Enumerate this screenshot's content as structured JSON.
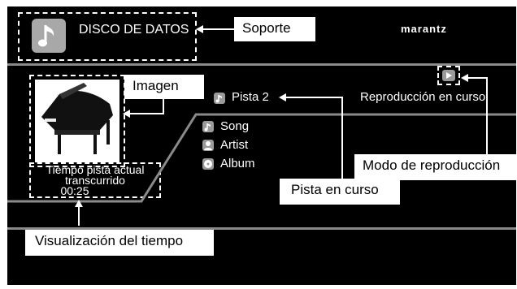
{
  "header": {
    "source_label": "DISCO DE DATOS",
    "brand": "marantz",
    "source_icon": "music-note-icon"
  },
  "player": {
    "track_label": "Pista 2",
    "mode_label": "Reproducción en curso",
    "mode_icon": "play-icon",
    "info": [
      {
        "icon": "music-note-icon",
        "label": "Song"
      },
      {
        "icon": "artist-icon",
        "label": "Artist"
      },
      {
        "icon": "album-icon",
        "label": "Album"
      }
    ],
    "elapsed_label_line1": "Tiempo pista actual",
    "elapsed_label_line2": "transcurrido",
    "elapsed_time": "00:25",
    "artwork": "grand-piano-image"
  },
  "callouts": {
    "soporte": "Soporte",
    "imagen": "Imagen",
    "pista_en_curso": "Pista en curso",
    "modo_reproduccion": "Modo de reproducción",
    "visualizacion_tiempo": "Visualización del tiempo"
  },
  "colors": {
    "background": "#000000",
    "divider": "#8a8a8a",
    "callout_bg": "#ffffff",
    "icon_bg": "#9a9a9a"
  }
}
